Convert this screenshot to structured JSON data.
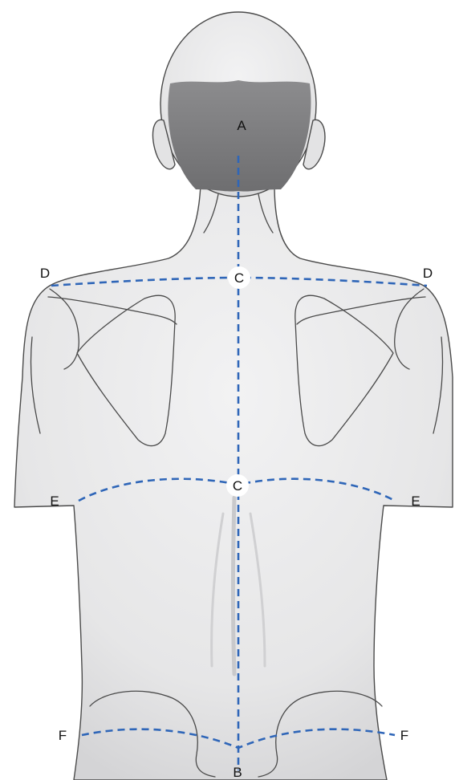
{
  "labels": {
    "a": "A",
    "b": "B",
    "c_upper": "C",
    "c_lower": "C",
    "d_left": "D",
    "d_right": "D",
    "e_left": "E",
    "e_right": "E",
    "f_left": "F",
    "f_right": "F"
  },
  "colors": {
    "guide_line": "#2f66b8",
    "skin": "#e9e9ea",
    "hair": "#7d7d7f",
    "outline": "#4a4a4a"
  }
}
